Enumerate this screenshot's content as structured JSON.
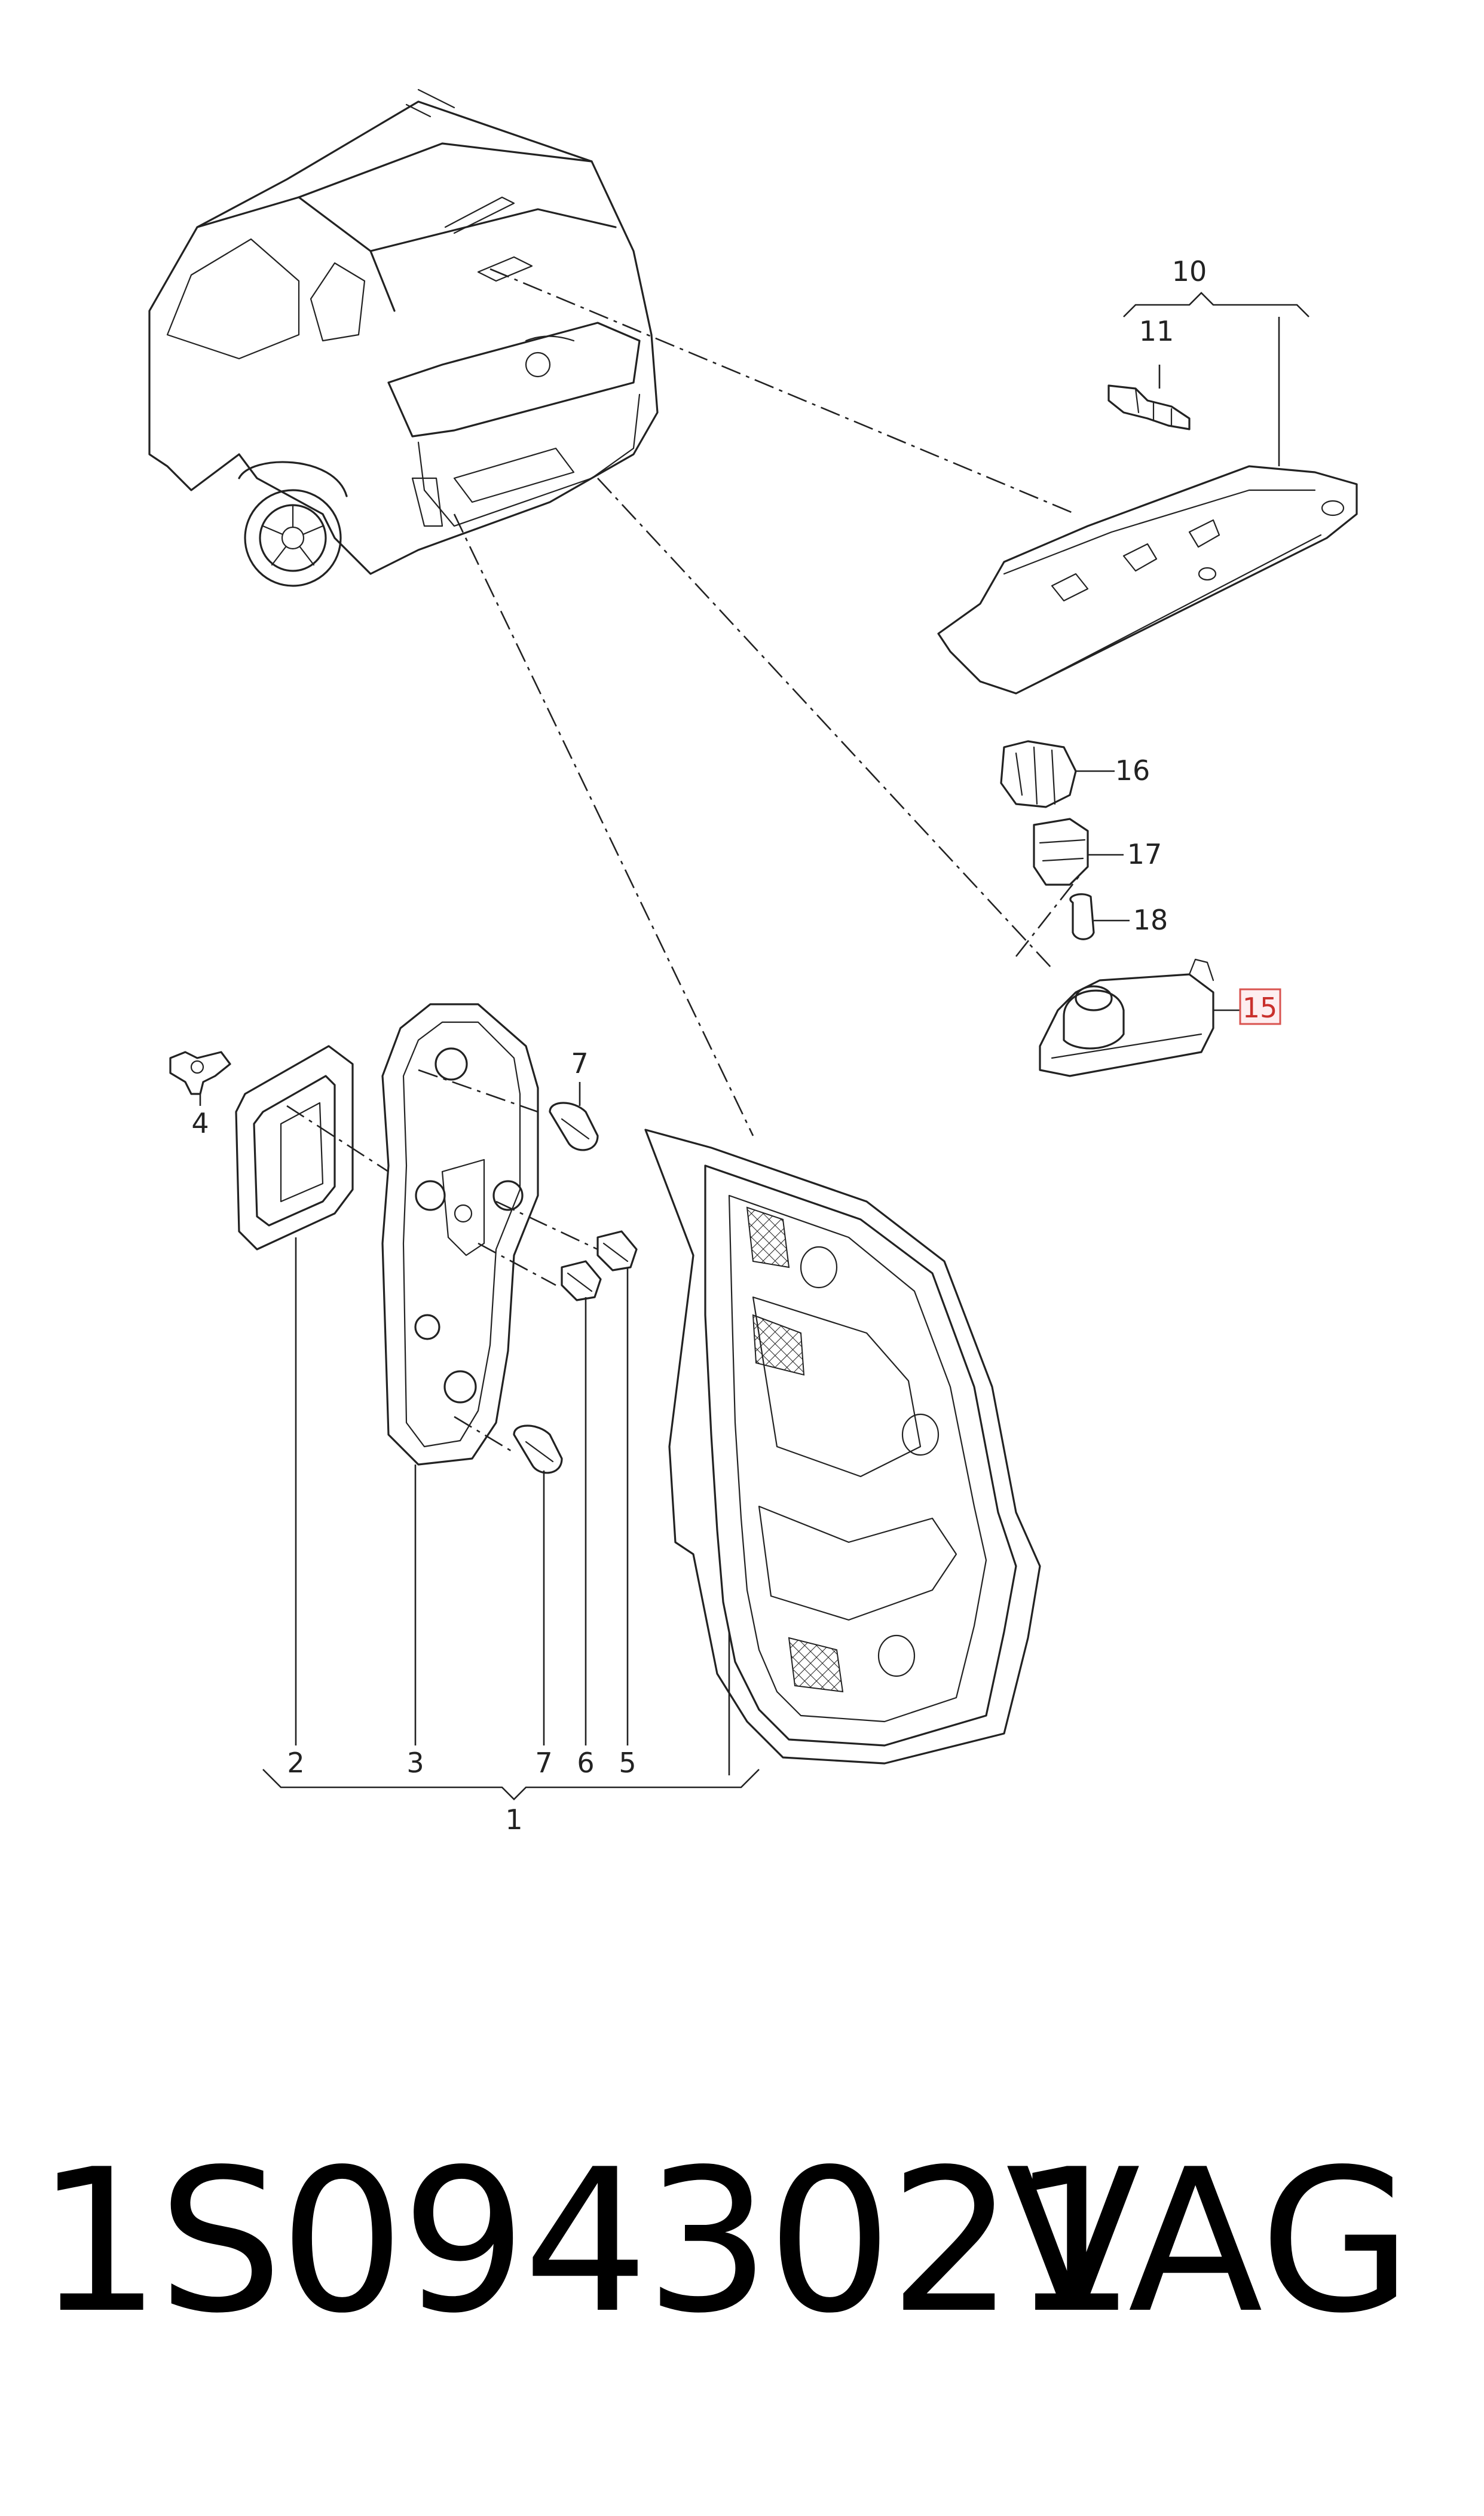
{
  "callouts": {
    "c1": "1",
    "c2": "2",
    "c3": "3",
    "c4": "4",
    "c5": "5",
    "c6": "6",
    "c7a": "7",
    "c7b": "7",
    "c10": "10",
    "c11": "11",
    "c15": "15",
    "c16": "16",
    "c17": "17",
    "c18": "18"
  },
  "highlighted_callout": "15",
  "footer": {
    "part_number": "1S0943021",
    "brand": "VAG"
  },
  "colors": {
    "highlight_fill": "#fdeef0",
    "highlight_stroke": "#d9534f",
    "ink": "#222222"
  }
}
